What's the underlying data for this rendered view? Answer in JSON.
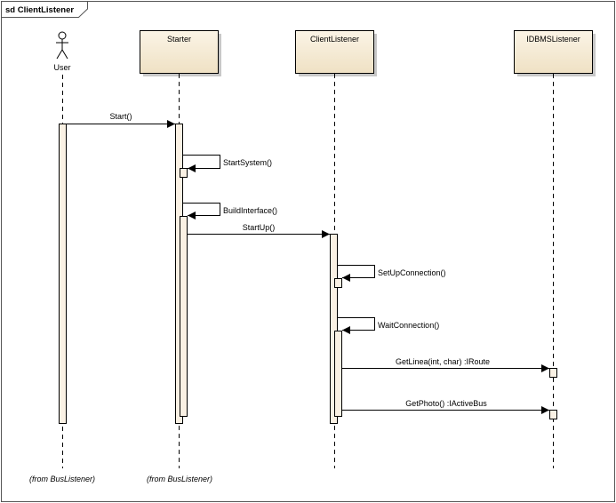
{
  "frame": {
    "title": "sd ClientListener"
  },
  "actor": {
    "label": "User",
    "icon": "stick-figure-actor-icon"
  },
  "lifelines": [
    {
      "id": "starter",
      "label": "Starter"
    },
    {
      "id": "clientlistener",
      "label": "ClientListener"
    },
    {
      "id": "idbmslistener",
      "label": "IDBMSListener"
    }
  ],
  "messages": [
    {
      "label": "Start()",
      "from": "User",
      "to": "Starter"
    },
    {
      "label": "StartSystem()",
      "from": "Starter",
      "to": "Starter"
    },
    {
      "label": "BuildInterface()",
      "from": "Starter",
      "to": "Starter"
    },
    {
      "label": "StartUp()",
      "from": "Starter",
      "to": "ClientListener"
    },
    {
      "label": "SetUpConnection()",
      "from": "ClientListener",
      "to": "ClientListener"
    },
    {
      "label": "WaitConnection()",
      "from": "ClientListener",
      "to": "ClientListener"
    },
    {
      "label": "GetLinea(int, char) :IRoute",
      "from": "ClientListener",
      "to": "IDBMSListener"
    },
    {
      "label": "GetPhoto() :IActiveBus",
      "from": "ClientListener",
      "to": "IDBMSListener"
    }
  ],
  "notes": [
    {
      "label": "(from BusListener)",
      "under": "User"
    },
    {
      "label": "(from BusListener)",
      "under": "Starter"
    }
  ],
  "colors": {
    "lifeline_fill": "#f5ecd7",
    "activation_fill": "#faf1e4",
    "line": "#000000",
    "frame_border": "#555555",
    "shadow": "#c8c8c8"
  }
}
